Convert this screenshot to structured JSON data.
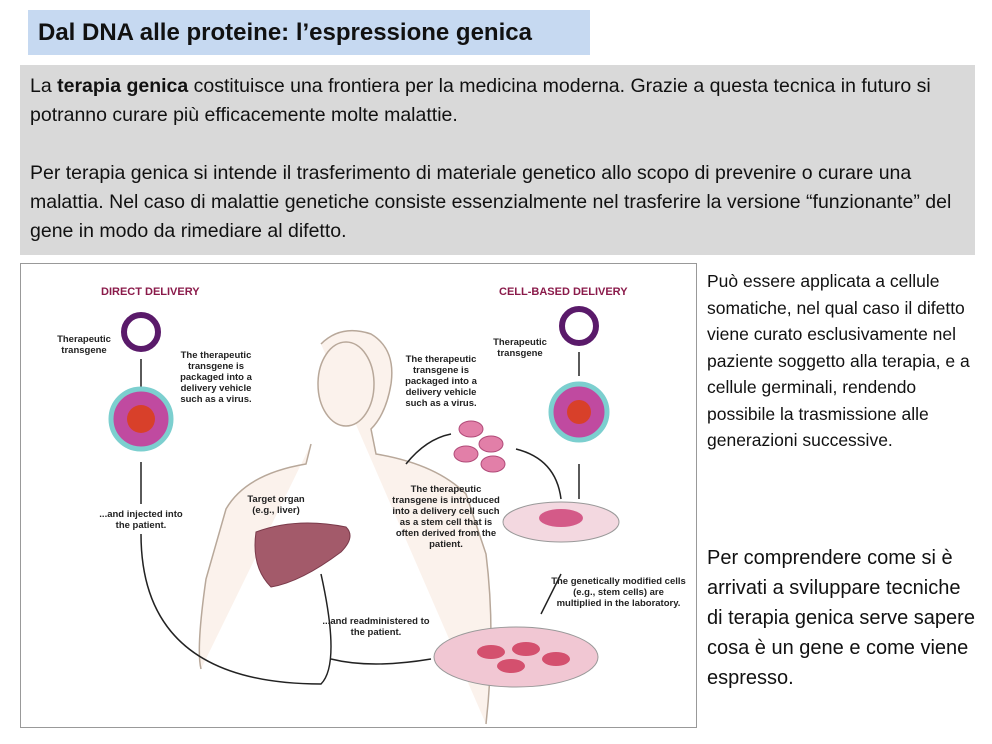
{
  "title": "Dal DNA alle proteine: l’espressione genica",
  "intro": {
    "p1_before": "La ",
    "p1_bold": "terapia genica",
    "p1_after": " costituisce una frontiera per la medicina moderna. Grazie a questa tecnica in futuro si potranno curare più efficacemente molte malattie.",
    "p2": "Per terapia genica si intende il trasferimento di materiale genetico allo scopo di prevenire o curare una malattia. Nel caso di malattie genetiche consiste essenzialmente nel trasferire la versione “funzionante” del gene in modo da rimediare al difetto."
  },
  "figure": {
    "direct_heading": "DIRECT DELIVERY",
    "cell_heading": "CELL-BASED DELIVERY",
    "transgene_left": "Therapeutic transgene",
    "transgene_right": "Therapeutic transgene",
    "packaged_left": "The therapeutic transgene is packaged into a delivery vehicle such as a virus.",
    "packaged_right": "The therapeutic transgene is packaged into a delivery vehicle such as a virus.",
    "injected": "...and injected into the patient.",
    "target_organ": "Target organ (e.g., liver)",
    "introduced": "The therapeutic transgene is introduced into a delivery cell such as a stem cell that is often derived from the patient.",
    "multiplied": "The genetically modified cells (e.g., stem cells) are multiplied in the laboratory.",
    "readministered": "...and readministered to the patient."
  },
  "side": {
    "p1": "Può essere applicata a cellule somatiche, nel qual caso il difetto viene curato esclusivamente nel paziente soggetto alla terapia, e a cellule germinali, rendendo possibile la trasmissione alle generazioni successive.",
    "p2": "Per comprendere come si è arrivati a sviluppare tecniche di terapia genica serve sapere cosa è un gene e come viene espresso."
  }
}
